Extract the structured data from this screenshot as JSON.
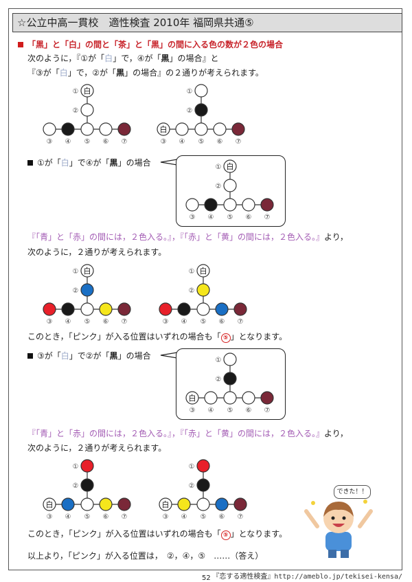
{
  "title": "☆公立中高一貫校　適性検査 2010年 福岡県共通⑤",
  "section_heading": "「黒」と「白」の間と「茶」と「黒」の間に入る色の数が２色の場合",
  "intro_line1_a": "次のように，『①が「",
  "intro_white": "白",
  "intro_line1_b": "」で，④が「",
  "intro_black": "黒",
  "intro_line1_c": "」の場合』と",
  "intro_line2_a": "『③が「",
  "intro_line2_b": "」で，②が「",
  "intro_line2_c": "」の場合』の２通りが考えられます。",
  "case_a_a": "①が「",
  "case_a_b": "」で④が「",
  "case_a_c": "」の場合",
  "case_b_a": "③が「",
  "case_b_b": "」で②が「",
  "case_b_c": "」の場合",
  "hint": "『「青」と「赤」の間には，２色入る。』，『「赤」と「黄」の間には，２色入る。』",
  "hint_tail": "より，",
  "two_ways": "次のように，２通りが考えられます。",
  "concl_a": "このとき，「ピンク」が入る位置はいずれの場合も「",
  "concl_num": "⑤",
  "concl_b": "」となります。",
  "final": "以上より，「ピンク」が入る位置は，　②，④，⑤　……（答え）",
  "bubble": "できた！！",
  "white_char": "白",
  "nums": [
    "①",
    "②",
    "③",
    "④",
    "⑤",
    "⑥",
    "⑦"
  ],
  "footer": "『恋する適性検査』http://ameblo.jp/tekisei-kensa/",
  "page_number": "52",
  "colors": {
    "white": "#ffffff",
    "black": "#1a1a1a",
    "brown": "#7a2838",
    "blue": "#1a6fc4",
    "red": "#e8202a",
    "yellow": "#f5e61c"
  },
  "diagrams": [
    {
      "name": "diagram-1a",
      "slots": {
        "1": "white-label",
        "2": "white",
        "3": "white",
        "4": "black",
        "5": "white",
        "6": "white",
        "7": "brown"
      }
    },
    {
      "name": "diagram-1b",
      "slots": {
        "1": "white",
        "2": "black",
        "3": "white-label",
        "4": "white",
        "5": "white",
        "6": "white",
        "7": "brown"
      }
    },
    {
      "name": "diagram-2c",
      "slots": {
        "1": "white-label",
        "2": "white",
        "3": "white",
        "4": "black",
        "5": "white",
        "6": "white",
        "7": "brown"
      }
    },
    {
      "name": "diagram-2a",
      "slots": {
        "1": "white-label",
        "2": "blue",
        "3": "red",
        "4": "black",
        "5": "white",
        "6": "yellow",
        "7": "brown"
      }
    },
    {
      "name": "diagram-2b",
      "slots": {
        "1": "white-label",
        "2": "yellow",
        "3": "red",
        "4": "black",
        "5": "white",
        "6": "blue",
        "7": "brown"
      }
    },
    {
      "name": "diagram-3c",
      "slots": {
        "1": "white",
        "2": "black",
        "3": "white-label",
        "4": "white",
        "5": "white",
        "6": "white",
        "7": "brown"
      }
    },
    {
      "name": "diagram-3a",
      "slots": {
        "1": "red",
        "2": "black",
        "3": "white-label",
        "4": "blue",
        "5": "white",
        "6": "yellow",
        "7": "brown"
      }
    },
    {
      "name": "diagram-3b",
      "slots": {
        "1": "red",
        "2": "black",
        "3": "white-label",
        "4": "yellow",
        "5": "white",
        "6": "blue",
        "7": "brown"
      }
    }
  ]
}
